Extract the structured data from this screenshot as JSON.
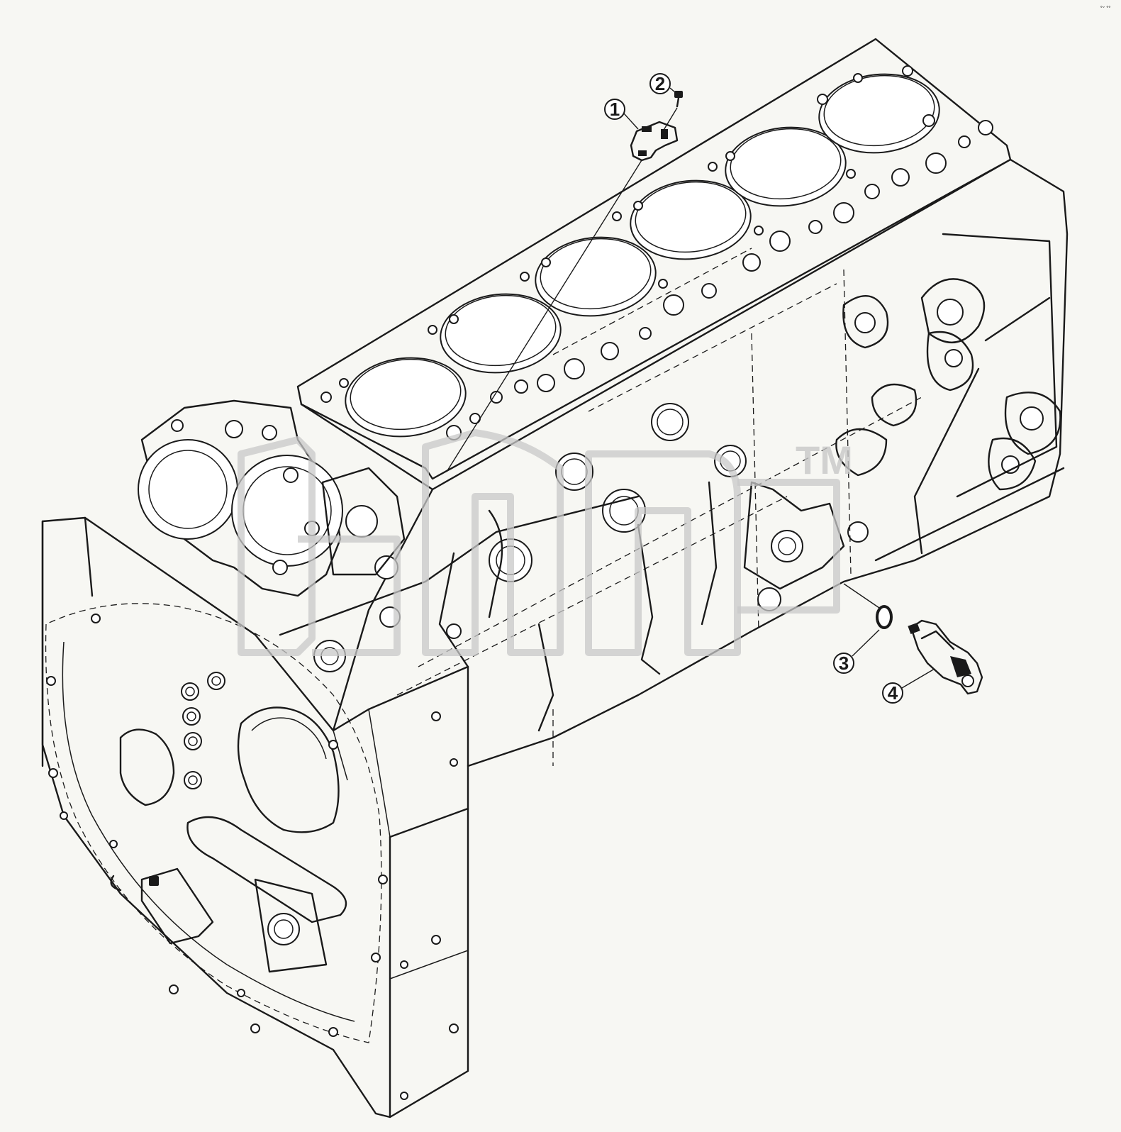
{
  "diagram": {
    "subject": "engine-block-exploded-view",
    "background_color": "#f7f7f3",
    "line_color": "#1a1a1a",
    "watermark_color": "#c8c8c8"
  },
  "callouts": [
    {
      "label": "1"
    },
    {
      "label": "2"
    },
    {
      "label": "3"
    },
    {
      "label": "4"
    }
  ],
  "watermark": {
    "trademark": "TM"
  },
  "corner_mark": "˚ˇ ˚˚"
}
